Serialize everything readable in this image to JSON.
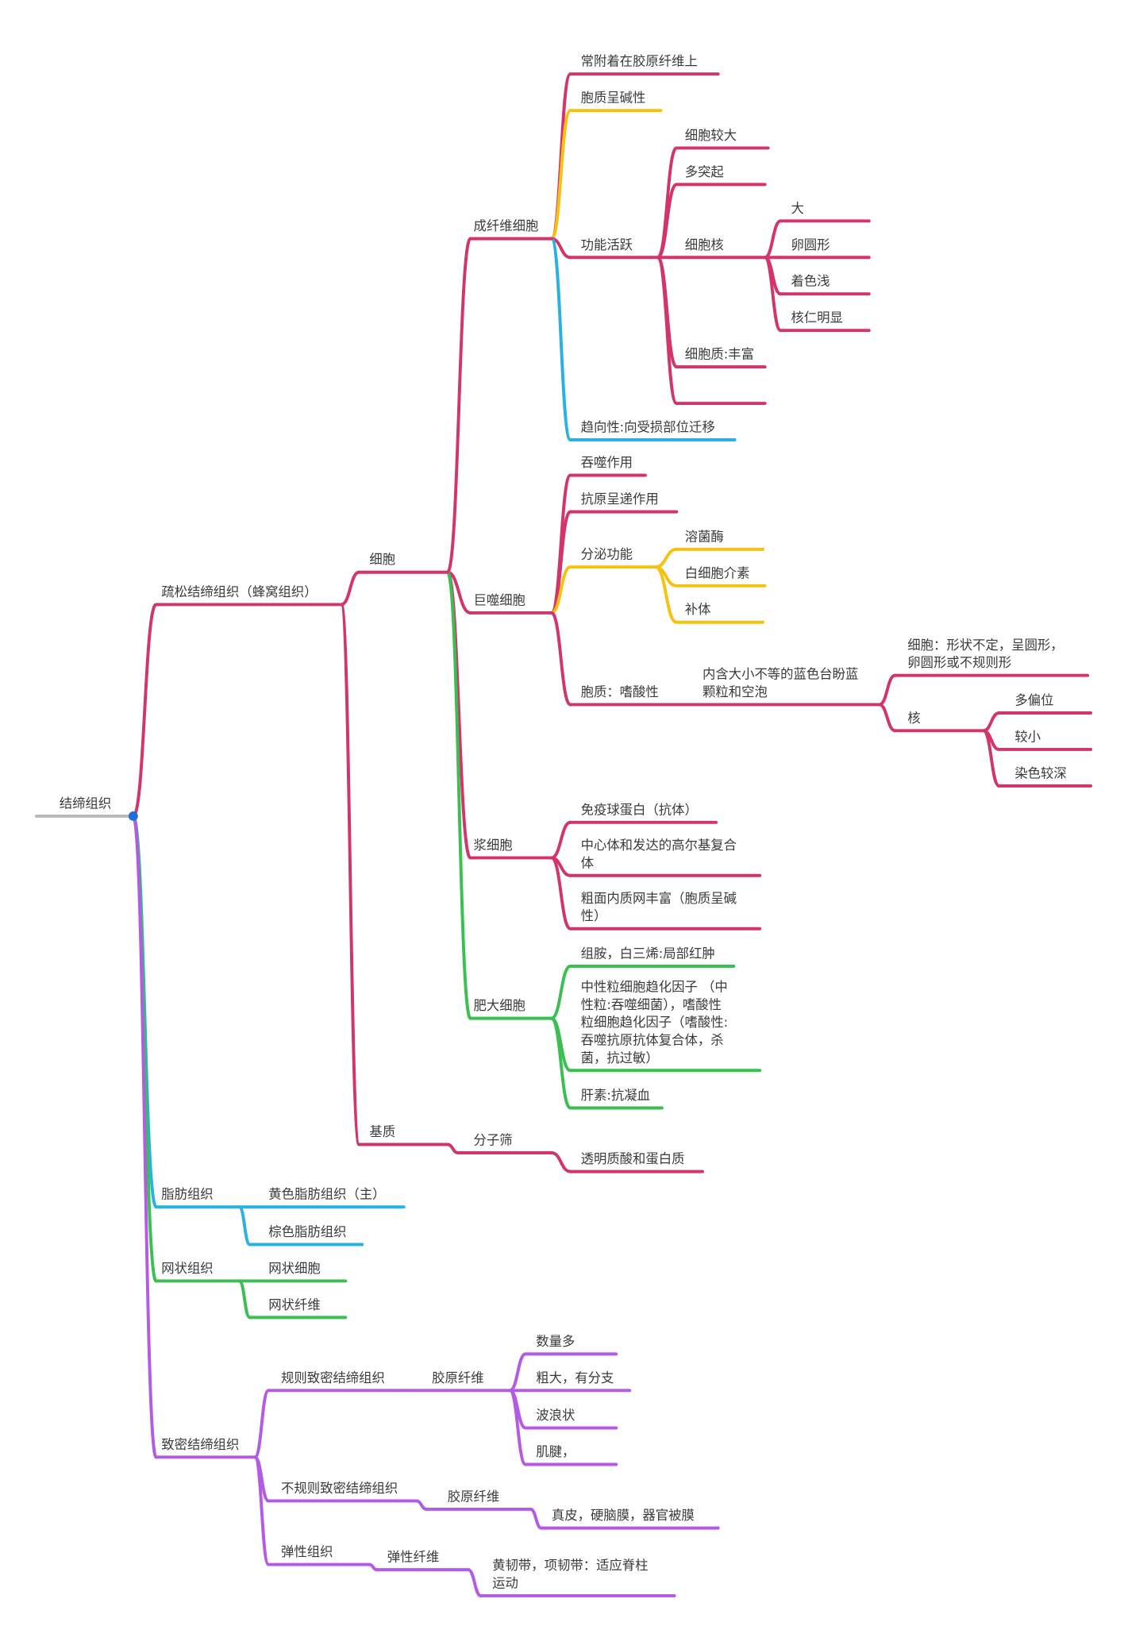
{
  "root": "结缔组织",
  "loose": {
    "label": "疏松结缔组织（蜂窝组织）",
    "cells": {
      "label": "细胞",
      "fibroblast": {
        "label": "成纤维细胞",
        "attach": "常附着在胶原纤维上",
        "basophil": "胞质呈碱性",
        "active": {
          "label": "功能活跃",
          "large": "细胞较大",
          "processes": "多突起",
          "nucleus": {
            "label": "细胞核",
            "items": [
              "大",
              "卵圆形",
              "着色浅",
              "核仁明显"
            ]
          },
          "cytoplasm": "细胞质:丰富"
        },
        "chemotaxis": "趋向性:向受损部位迁移"
      },
      "macrophage": {
        "label": "巨噬细胞",
        "phagocytosis": "吞噬作用",
        "antigen": "抗原呈递作用",
        "secretion": {
          "label": "分泌功能",
          "items": [
            "溶菌酶",
            "白细胞介素",
            "补体"
          ]
        },
        "cytoplasm": {
          "label": "胞质：嗜酸性",
          "content": [
            "内含大小不等的蓝色台盼蓝",
            "颗粒和空泡"
          ],
          "cell": [
            "细胞：形状不定，呈圆形，",
            "卵圆形或不规则形"
          ],
          "nucleus": {
            "label": "核",
            "items": [
              "多偏位",
              "较小",
              "染色较深"
            ]
          }
        }
      },
      "plasma": {
        "label": "浆细胞",
        "items": [
          [
            "免疫球蛋白（抗体）"
          ],
          [
            "中心体和发达的高尔基复合",
            "体"
          ],
          [
            "粗面内质网丰富（胞质呈碱",
            "性）"
          ]
        ]
      },
      "mast": {
        "label": "肥大细胞",
        "items": [
          [
            "组胺，白三烯:局部红肿"
          ],
          [
            "中性粒细胞趋化因子 （中",
            "性粒:吞噬细菌），嗜酸性",
            "粒细胞趋化因子（嗜酸性:",
            "吞噬抗原抗体复合体，杀",
            "菌，抗过敏）"
          ],
          [
            "肝素:抗凝血"
          ]
        ]
      }
    },
    "matrix": {
      "label": "基质",
      "sieve": {
        "label": "分子筛",
        "content": "透明质酸和蛋白质"
      }
    }
  },
  "adipose": {
    "label": "脂肪组织",
    "items": [
      "黄色脂肪组织（主）",
      "棕色脂肪组织"
    ]
  },
  "reticular": {
    "label": "网状组织",
    "items": [
      "网状细胞",
      "网状纤维"
    ]
  },
  "dense": {
    "label": "致密结缔组织",
    "regular": {
      "label": "规则致密结缔组织",
      "fiber": {
        "label": "胶原纤维",
        "items": [
          "数量多",
          "粗大，有分支",
          "波浪状",
          "肌腱，"
        ]
      }
    },
    "irregular": {
      "label": "不规则致密结缔组织",
      "fiber": {
        "label": "胶原纤维",
        "items": [
          "真皮，硬脑膜，器官被膜"
        ]
      }
    },
    "elastic": {
      "label": "弹性组织",
      "fiber": {
        "label": "弹性纤维",
        "items": [
          [
            "黄韧带，项韧带：适应脊柱",
            "运动"
          ]
        ]
      }
    }
  },
  "colors": {
    "crimson": "#d2346c",
    "yellow": "#f5c211",
    "cyan": "#2bb0e4",
    "green": "#3abf52",
    "purple": "#b55ae5",
    "gray": "#b8b8b8",
    "dot": "#1e6fd9",
    "text": "#3a3a3a"
  }
}
